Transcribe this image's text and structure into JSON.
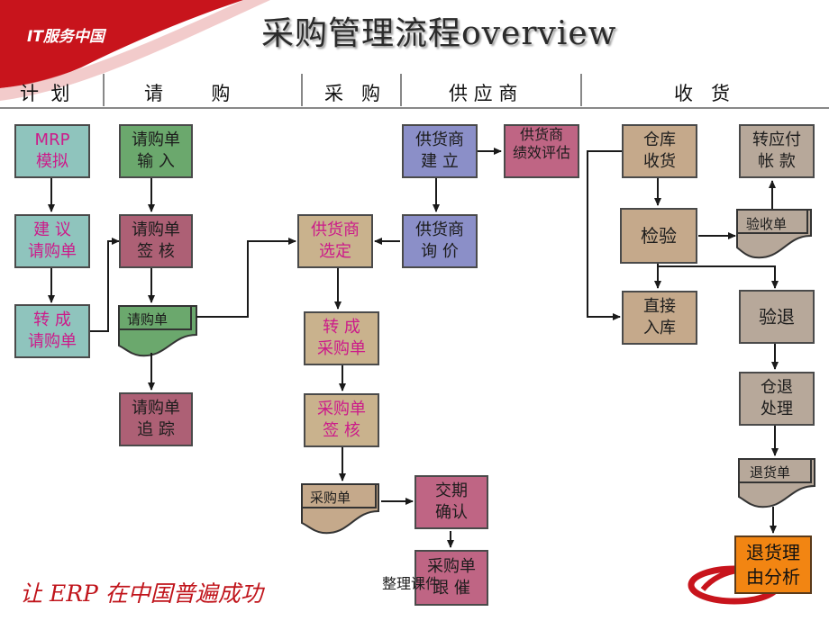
{
  "header": {
    "title": "采购管理流程overview",
    "logo_text": "IT服务中国"
  },
  "phases": [
    "计  划",
    "请        购",
    "采   购",
    "供 应 商",
    "收   货"
  ],
  "nodes": {
    "mrp": "MRP\n模拟",
    "suggest_req": "建   议\n请购单",
    "convert_req": "转   成\n请购单",
    "req_input": "请购单\n输   入",
    "req_approve": "请购单\n签   核",
    "req_doc": "请购单",
    "req_track": "请购单\n追   踪",
    "supplier_select": "供货商\n选定",
    "convert_po": "转   成\n采购单",
    "po_approve": "采购单\n签   核",
    "po_doc": "采购单",
    "delivery_confirm": "交期\n确认",
    "po_followup": "采购单\n跟   催",
    "supplier_setup": "供货商\n建   立",
    "supplier_eval": "供货商\n绩效评估",
    "supplier_inquiry": "供货商\n询   价",
    "warehouse_receive": "仓库\n收货",
    "inspection": "检验",
    "direct_stock": "直接\n入库",
    "ap_transfer": "转应付\n帐   款",
    "receipt_doc": "验收单",
    "inspect_return": "验退",
    "return_process": "仓退\n处理",
    "return_doc": "退货单",
    "return_analysis": "退货理\n由分析"
  },
  "footer": {
    "slogan": "让 ERP 在中国普遍成功",
    "note": "整理课件"
  },
  "colors": {
    "brand_red": "#c8141c",
    "arrow": "#1a1a1a"
  }
}
